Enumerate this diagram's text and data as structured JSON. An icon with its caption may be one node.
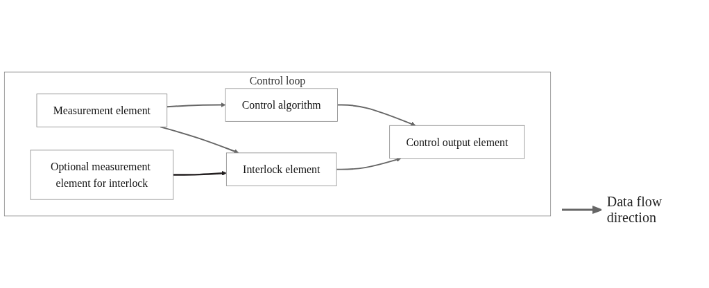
{
  "diagram": {
    "nodes": [
      {
        "text": [
          "Control loop"
        ]
      },
      {
        "text": [
          "Measurement element"
        ],
        "in": 0
      },
      {
        "text": [
          "Control algorithm"
        ],
        "in": 0
      },
      {
        "text": [
          "Control output element"
        ],
        "in": 0
      },
      {
        "text": [
          "Optional measurement element for interlock"
        ],
        "in": 0
      },
      {
        "text": [
          "Interlock element"
        ],
        "in": 0
      }
    ],
    "edges": [
      {
        "from": 1,
        "to": 2,
        "arrow": "to"
      },
      {
        "from": 1,
        "to": 5,
        "arrow": "to"
      },
      {
        "from": 4,
        "to": 5,
        "arrow": "to",
        "color": "#231f20"
      },
      {
        "from": 2,
        "to": 3,
        "arrow": "to"
      },
      {
        "from": 5,
        "to": 3,
        "arrow": "to"
      }
    ],
    "legend": [
      {
        "text": "Data flow direction"
      }
    ]
  }
}
